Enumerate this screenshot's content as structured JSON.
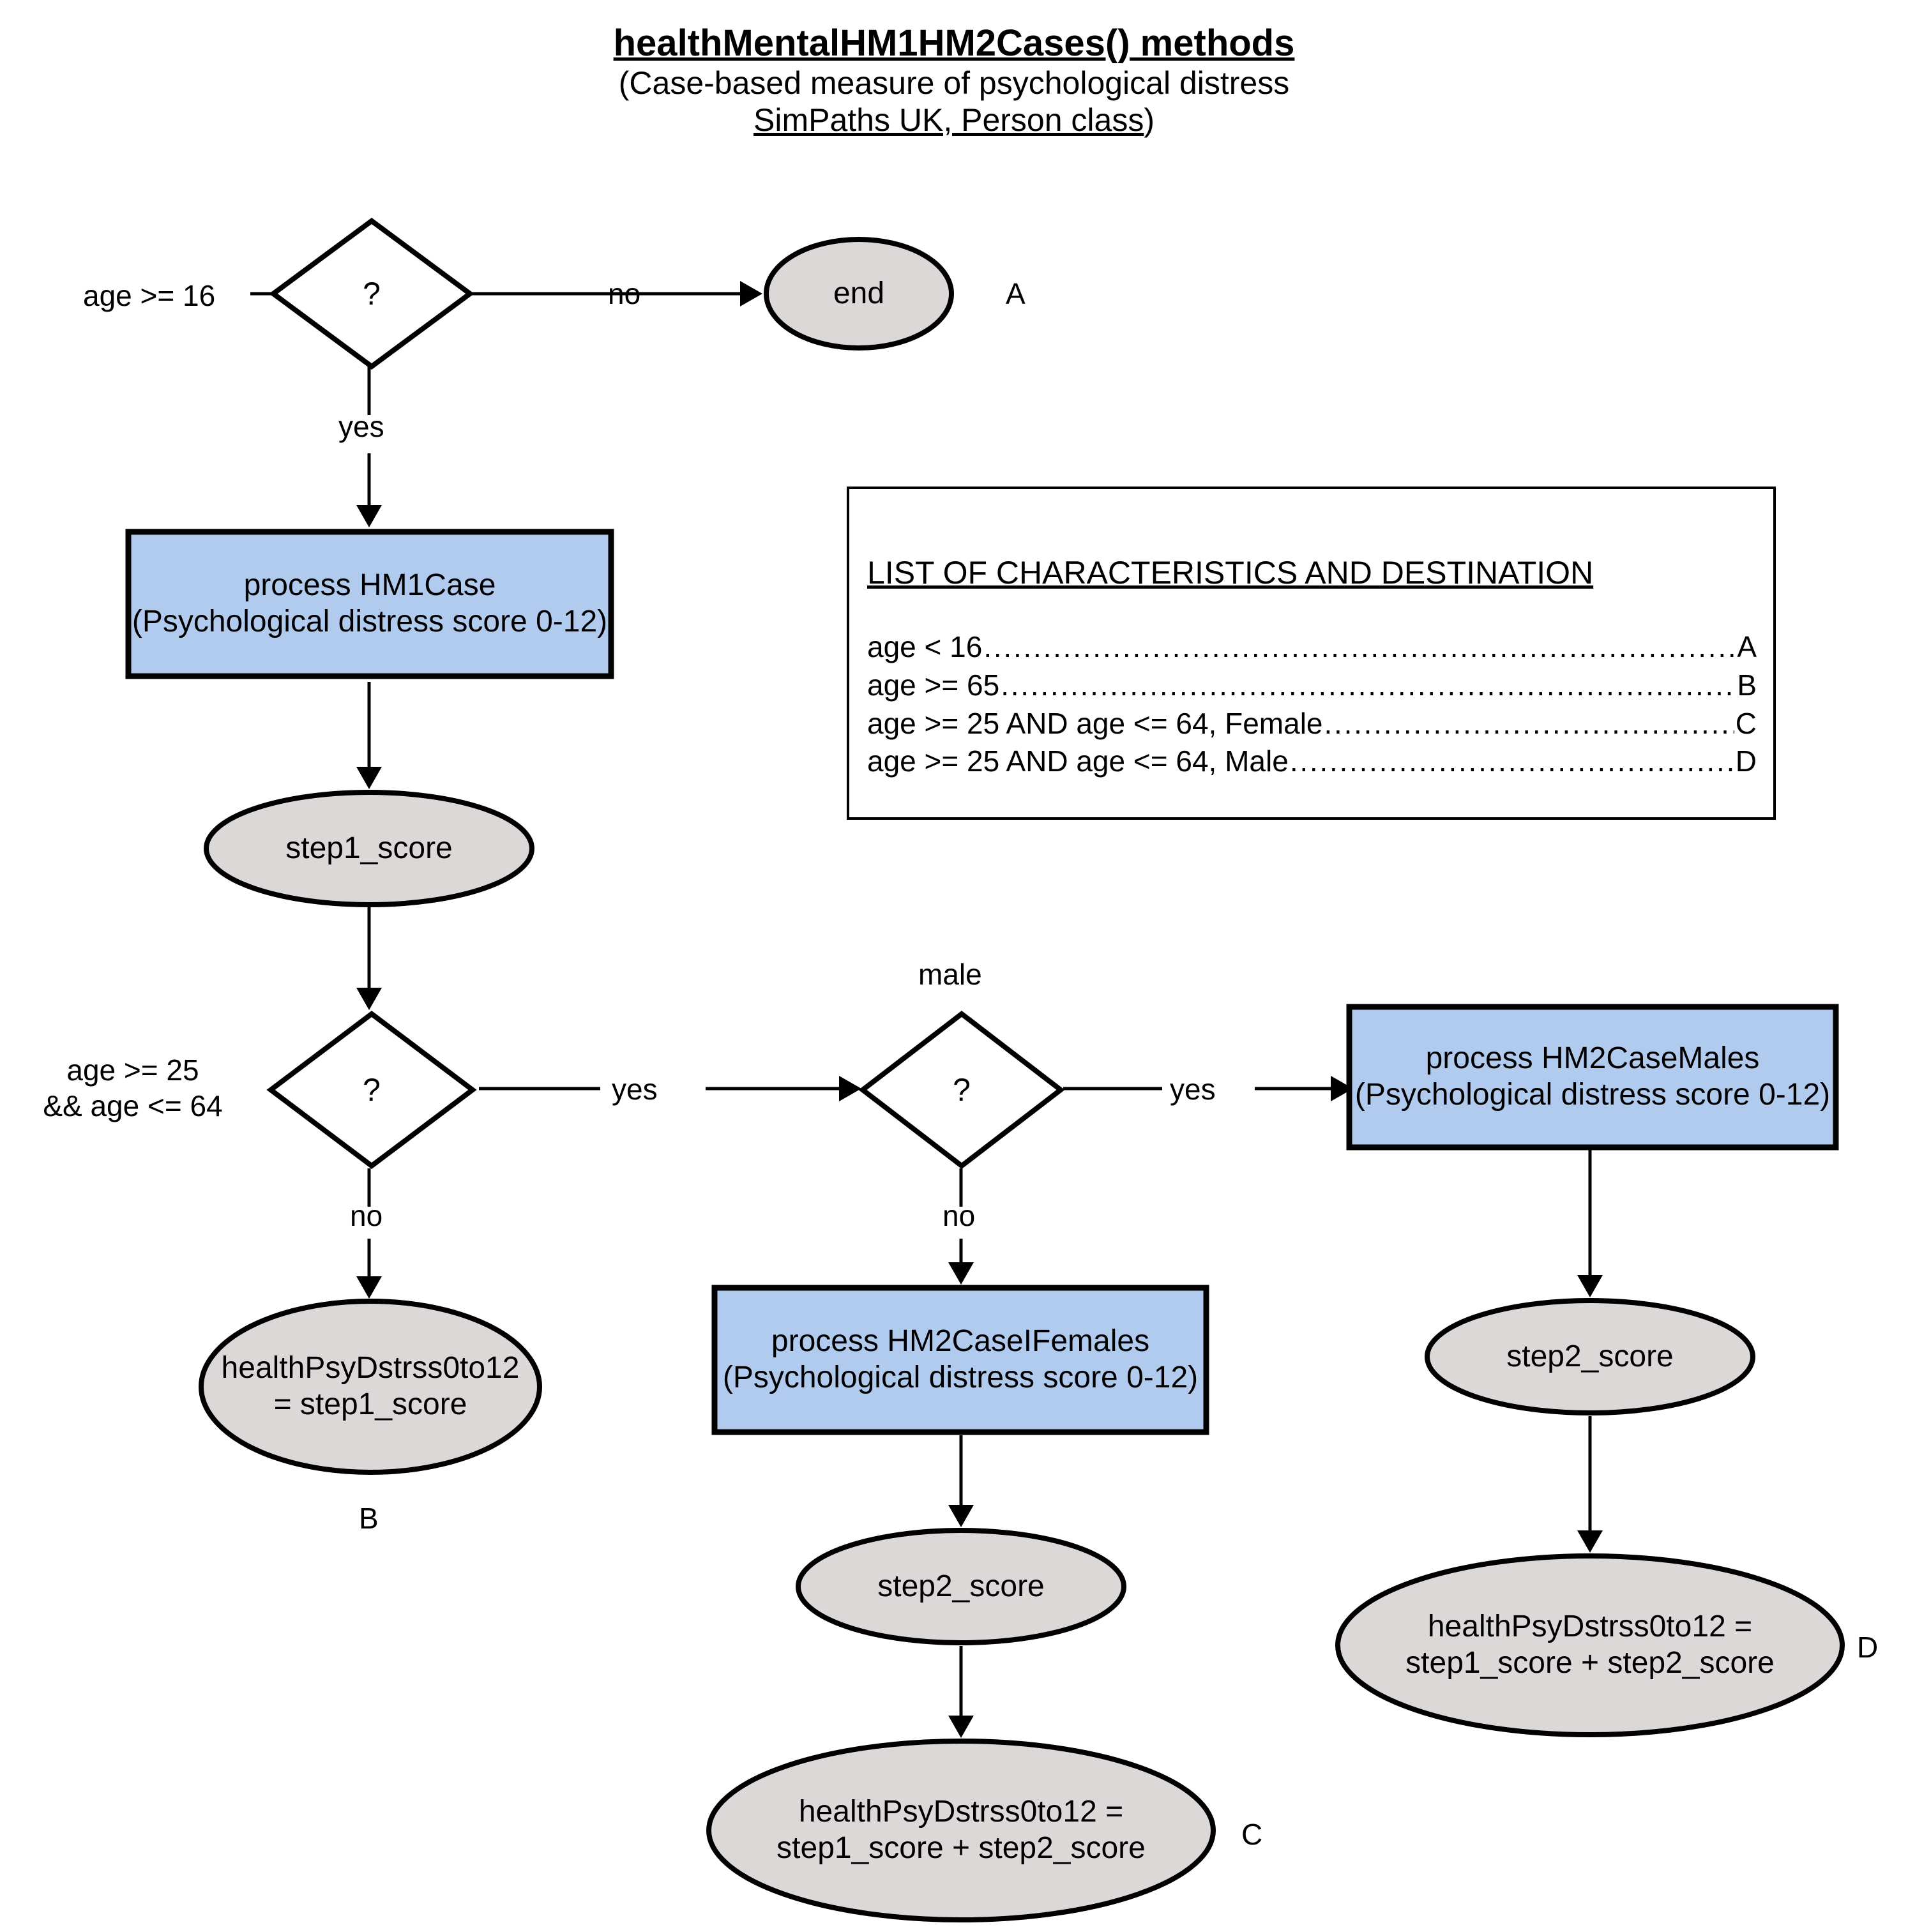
{
  "title": {
    "main": "healthMentalHM1HM2Cases() methods",
    "sub_line1": "(Case-based measure of psychological distress",
    "sub_line2_underlined": "SimPaths UK, Person class",
    "sub_line2_tail": ")"
  },
  "colors": {
    "process_fill": "#b1cbef",
    "terminal_fill": "#dcd8d7",
    "stroke": "#000000",
    "background": "#ffffff"
  },
  "decisions": {
    "age16": {
      "condition_label": "age >= 16",
      "glyph": "?",
      "branch_no": "no",
      "branch_yes": "yes"
    },
    "age25to64": {
      "condition_line1": "age >= 25",
      "condition_line2": "&& age <= 64",
      "glyph": "?",
      "branch_yes": "yes",
      "branch_no": "no"
    },
    "male": {
      "condition_label": "male",
      "glyph": "?",
      "branch_yes": "yes",
      "branch_no": "no"
    }
  },
  "nodes": {
    "end": {
      "label": "end",
      "destination_tag": "A"
    },
    "hm1case": {
      "line1": "process HM1Case",
      "line2": "(Psychological distress score 0-12)"
    },
    "step1_score": {
      "label": "step1_score"
    },
    "result_b": {
      "line1": "healthPsyDstrss0to12",
      "line2": "= step1_score",
      "destination_tag": "B"
    },
    "hm2case_females": {
      "line1": "process HM2CaseIFemales",
      "line2": "(Psychological distress score 0-12)"
    },
    "step2_score_females": {
      "label": "step2_score"
    },
    "result_c": {
      "line1": "healthPsyDstrss0to12 =",
      "line2": "step1_score + step2_score",
      "destination_tag": "C"
    },
    "hm2case_males": {
      "line1": "process HM2CaseMales",
      "line2": "(Psychological distress score 0-12)"
    },
    "step2_score_males": {
      "label": "step2_score"
    },
    "result_d": {
      "line1": "healthPsyDstrss0to12 =",
      "line2": "step1_score + step2_score",
      "destination_tag": "D"
    }
  },
  "legend": {
    "title": "LIST OF CHARACTERISTICS AND DESTINATION",
    "rows": [
      {
        "text": "age < 16 ",
        "dots": "...............................................................................................................",
        "destination": "A"
      },
      {
        "text": "age >= 65",
        "dots": "...............................................................................................................",
        "destination": "B"
      },
      {
        "text": "age >= 25 AND age <= 64, Female ",
        "dots": "...............................................................................................................",
        "destination": "C"
      },
      {
        "text": "age >= 25 AND age <= 64, Male ",
        "dots": "...............................................................................................................",
        "destination": "D"
      }
    ]
  }
}
